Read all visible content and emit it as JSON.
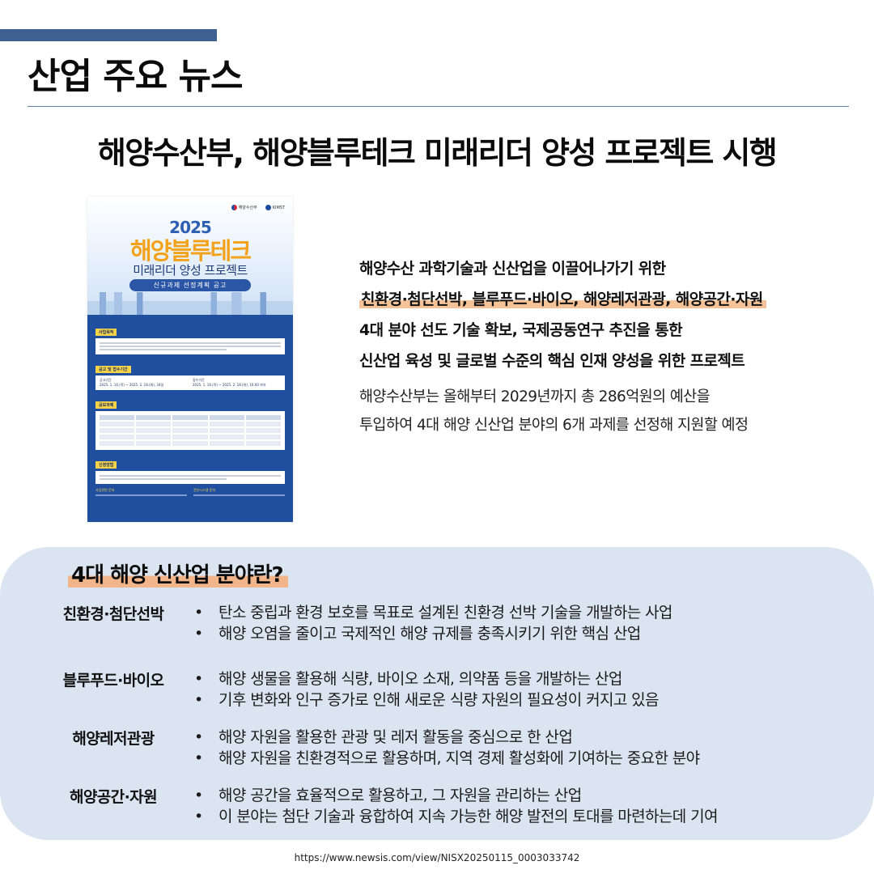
{
  "header": {
    "section_title": "산업 주요 뉴스",
    "headline": "해양수산부, 해양블루테크 미래리더 양성 프로젝트 시행"
  },
  "poster": {
    "logo_ministry": "해양수산부",
    "logo_org": "KIMST",
    "year": "2025",
    "brand": "해양블루테크",
    "subtitle": "미래리더 양성 프로젝트",
    "notice": "신규과제 선정계획 공고",
    "sec_purpose": "사업목적",
    "sec_period": "공고 및 접수기간",
    "notice_period_label": "공고기간",
    "notice_period_value": "2025. 1. 16.(목) ~ 2025. 2. 18.(화), 34일",
    "receipt_period_label": "접수기간",
    "receipt_period_value": "2025. 1. 16.(목) ~ 2025. 2. 18.(화), 16:00 까지",
    "sec_tasks": "공모과제",
    "sec_method": "신청방법",
    "contact_biz": "사업관련 문의",
    "contact_system": "전산시스템 문의"
  },
  "intro": {
    "line1": "해양수산 과학기술과 신산업을 이끌어나가기 위한",
    "line2_highlight": "친환경·첨단선박, 블루푸드·바이오, 해양레저관광, 해양공간·자원",
    "line3": "4대 분야 선도 기술 확보, 국제공동연구 추진을 통한",
    "line4": "신산업 육성 및 글로벌 수준의 핵심 인재 양성을 위한 프로젝트"
  },
  "description": {
    "line1": "해양수산부는 올해부터 2029년까지 총 286억원의 예산을",
    "line2": "투입하여 4대 해양 신산업 분야의 6개 과제를 선정해 지원할 예정"
  },
  "panel": {
    "title": "4대 해양 신산업 분야란?",
    "fields": [
      {
        "name": "친환경·첨단선박",
        "items": [
          "탄소 중립과 환경 보호를 목표로 설계된 친환경 선박 기술을 개발하는 사업",
          "해양 오염을 줄이고 국제적인 해양 규제를 충족시키기 위한 핵심 산업"
        ]
      },
      {
        "name": "블루푸드·바이오",
        "items": [
          "해양 생물을 활용해 식량, 바이오 소재, 의약품 등을 개발하는 산업",
          "기후 변화와 인구 증가로 인해 새로운 식량 자원의 필요성이 커지고 있음"
        ]
      },
      {
        "name": "해양레저관광",
        "items": [
          "해양 자원을 활용한 관광 및 레저 활동을 중심으로 한 산업",
          "해양 자원을 친환경적으로 활용하며, 지역 경제 활성화에 기여하는 중요한 분야"
        ]
      },
      {
        "name": "해양공간·자원",
        "items": [
          "해양 공간을 효율적으로 활용하고, 그 자원을 관리하는 산업",
          "이 분야는 첨단 기술과 융합하여 지속 가능한 해양 발전의 토대를 마련하는데 기여"
        ]
      }
    ]
  },
  "source": {
    "url": "https://www.newsis.com/view/NISX20250115_0003033742"
  }
}
